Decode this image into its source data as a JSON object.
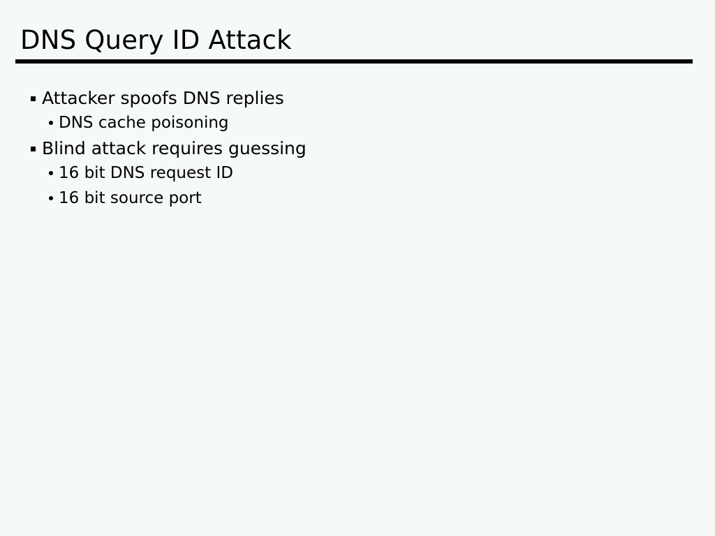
{
  "slide": {
    "title": "DNS Query ID Attack",
    "background_color": "#f5faf7",
    "text_color": "#000000",
    "rule_color": "#000000",
    "bullets": [
      {
        "level": 1,
        "marker": "square-bullet-icon",
        "text": "Attacker spoofs DNS replies"
      },
      {
        "level": 2,
        "marker": "dot-bullet-icon",
        "text": "DNS cache poisoning"
      },
      {
        "level": 1,
        "marker": "square-bullet-icon",
        "text": "Blind attack requires guessing"
      },
      {
        "level": 2,
        "marker": "dot-bullet-icon",
        "text": "16 bit DNS request ID"
      },
      {
        "level": 2,
        "marker": "dot-bullet-icon",
        "text": "16 bit source port"
      }
    ]
  }
}
